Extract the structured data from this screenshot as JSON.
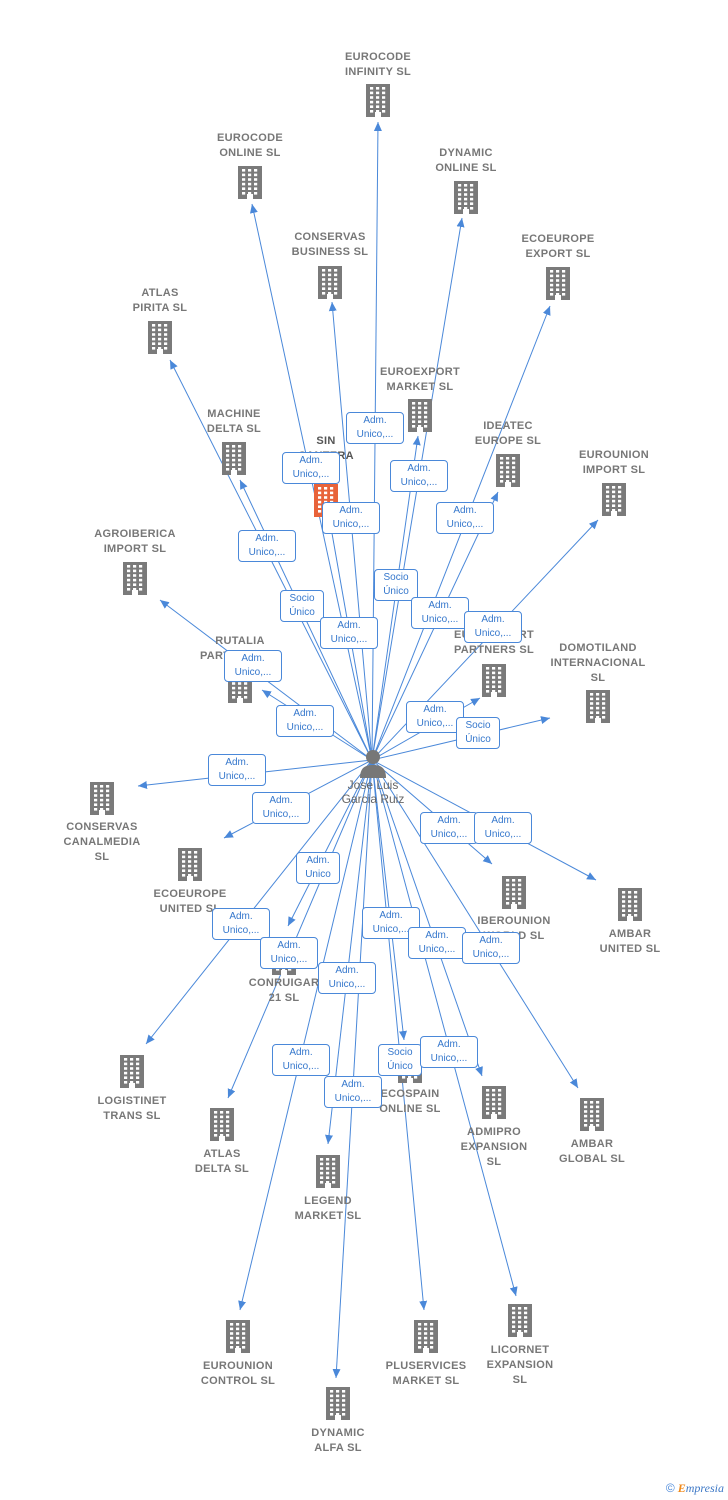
{
  "colors": {
    "edge": "#4a88d9",
    "building": "#7a7a7a",
    "main_building": "#e8633a",
    "person": "#777777"
  },
  "person": {
    "name": "Jose Luis\nGarcia Ruiz",
    "icon": "person-icon"
  },
  "companies": [
    {
      "id": "eurocode-infinity",
      "name": "EUROCODE\nINFINITY  SL"
    },
    {
      "id": "eurocode-online",
      "name": "EUROCODE\nONLINE  SL"
    },
    {
      "id": "dynamic-online",
      "name": "DYNAMIC\nONLINE  SL"
    },
    {
      "id": "conservas-business",
      "name": "CONSERVAS\nBUSINESS  SL"
    },
    {
      "id": "ecoeurope-export",
      "name": "ECOEUROPE\nEXPORT  SL"
    },
    {
      "id": "atlas-pirita",
      "name": "ATLAS\nPIRITA  SL"
    },
    {
      "id": "euroexport-market",
      "name": "EUROEXPORT\nMARKET  SL"
    },
    {
      "id": "machine-delta",
      "name": "MACHINE\nDELTA  SL"
    },
    {
      "id": "sin-cantera",
      "name": "SIN\nCANTERA\nSL",
      "main": true
    },
    {
      "id": "ideatec-europe",
      "name": "IDEATEC\nEUROPE  SL"
    },
    {
      "id": "eurounion-import",
      "name": "EUROUNION\nIMPORT  SL"
    },
    {
      "id": "agroiberica-import",
      "name": "AGROIBERICA\nIMPORT  SL"
    },
    {
      "id": "rutalia-partners",
      "name": "RUTALIA\nPARTNERS  SL"
    },
    {
      "id": "euroexport-partners",
      "name": "EUROEXPORT\nPARTNERS  SL"
    },
    {
      "id": "domotiland-internacional",
      "name": "DOMOTILAND\nINTERNACIONAL\nSL"
    },
    {
      "id": "conservas-canalmedia",
      "name": "CONSERVAS\nCANALMEDIA\nSL"
    },
    {
      "id": "ecoeurope-united",
      "name": "ECOEUROPE\nUNITED  SL"
    },
    {
      "id": "iberounion-world",
      "name": "IBEROUNION\nWORLD  SL"
    },
    {
      "id": "ambar-united",
      "name": "AMBAR\nUNITED  SL"
    },
    {
      "id": "conruigar-21",
      "name": "CONRUIGAR\n21  SL"
    },
    {
      "id": "logistinet-trans",
      "name": "LOGISTINET\nTRANS  SL"
    },
    {
      "id": "ecospain-online",
      "name": "ECOSPAIN\nONLINE  SL"
    },
    {
      "id": "atlas-delta",
      "name": "ATLAS\nDELTA  SL"
    },
    {
      "id": "admipro-expansion",
      "name": "ADMIPRO\nEXPANSION\nSL"
    },
    {
      "id": "ambar-global",
      "name": "AMBAR\nGLOBAL  SL"
    },
    {
      "id": "legend-market",
      "name": "LEGEND\nMARKET  SL"
    },
    {
      "id": "eurounion-control",
      "name": "EUROUNION\nCONTROL  SL"
    },
    {
      "id": "pluservices-market",
      "name": "PLUSERVICES\nMARKET  SL"
    },
    {
      "id": "licornet-expansion",
      "name": "LICORNET\nEXPANSION\nSL"
    },
    {
      "id": "dynamic-alfa",
      "name": "DYNAMIC\nALFA  SL"
    }
  ],
  "roles": [
    "Adm.\nUnico,...",
    "Adm.\nUnico,...",
    "Adm.\nUnico,...",
    "Adm.\nUnico,...",
    "Adm.\nUnico,...",
    "Adm.\nUnico,...",
    "Socio\nÚnico",
    "Adm.\nUnico,...",
    "Socio\nÚnico",
    "Adm.\nUnico,...",
    "Adm.\nUnico,...",
    "Adm.\nUnico,...",
    "Adm.\nUnico,...",
    "Adm.\nUnico,...",
    "Socio\nÚnico",
    "Adm.\nUnico,...",
    "Adm.\nUnico,...",
    "Adm.\nUnico,...",
    "Adm.\nUnico,...",
    "Adm.\nUnico",
    "Adm.\nUnico,...",
    "Adm.\nUnico,...",
    "Adm.\nUnico,...",
    "Adm.\nUnico,...",
    "Adm.\nUnico,...",
    "Adm.\nUnico,...",
    "Adm.\nUnico,...",
    "Socio\nÚnico",
    "Adm.\nUnico,...",
    "Adm.\nUnico,..."
  ],
  "brand": {
    "copyright": "©",
    "initial": "E",
    "rest": "mpresia"
  }
}
